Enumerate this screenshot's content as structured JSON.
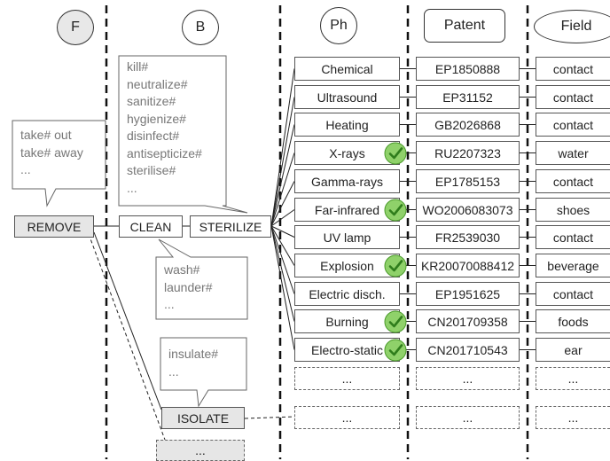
{
  "columns": [
    {
      "id": "f",
      "label": "F"
    },
    {
      "id": "b",
      "label": "B"
    },
    {
      "id": "ph",
      "label": "Ph"
    },
    {
      "id": "patent",
      "label": "Patent"
    },
    {
      "id": "field",
      "label": "Field"
    }
  ],
  "function_col": {
    "remove": "REMOVE",
    "remove_synonyms": [
      "take# out",
      "take# away",
      "..."
    ]
  },
  "behavior_col": {
    "clean": "CLEAN",
    "sterilize": "STERILIZE",
    "isolate": "ISOLATE",
    "more": "...",
    "sterilize_synonyms": [
      "kill#",
      "neutralize#",
      "sanitize#",
      "hygienize#",
      "disinfect#",
      "antisepticize#",
      "sterilise#",
      "..."
    ],
    "clean_synonyms": [
      "wash#",
      "launder#",
      "..."
    ],
    "isolate_synonyms": [
      "insulate#",
      "..."
    ]
  },
  "rows": [
    {
      "ph": "Chemical",
      "patent": "EP1850888",
      "field": "contact",
      "checked": false
    },
    {
      "ph": "Ultrasound",
      "patent": "EP31152",
      "field": "contact",
      "checked": false
    },
    {
      "ph": "Heating",
      "patent": "GB2026868",
      "field": "contact",
      "checked": false
    },
    {
      "ph": "X-rays",
      "patent": "RU2207323",
      "field": "water",
      "checked": true
    },
    {
      "ph": "Gamma-rays",
      "patent": "EP1785153",
      "field": "contact",
      "checked": false
    },
    {
      "ph": "Far-infrared",
      "patent": "WO2006083073",
      "field": "shoes",
      "checked": true
    },
    {
      "ph": "UV lamp",
      "patent": "FR2539030",
      "field": "contact",
      "checked": false
    },
    {
      "ph": "Explosion",
      "patent": "KR20070088412",
      "field": "beverage",
      "checked": true
    },
    {
      "ph": "Electric disch.",
      "patent": "EP1951625",
      "field": "contact",
      "checked": false
    },
    {
      "ph": "Burning",
      "patent": "CN201709358",
      "field": "foods",
      "checked": true
    },
    {
      "ph": "Electro-static",
      "patent": "CN201710543",
      "field": "ear",
      "checked": true
    }
  ],
  "placeholders": {
    "ph_row1": "...",
    "patent_row1": "...",
    "field_row1": "...",
    "ph_row2": "...",
    "patent_row2": "...",
    "field_row2": "..."
  },
  "colors": {
    "check_fill": "#8fd16a",
    "check_stroke": "#4a9a2a",
    "gray_box": "#e6e6e6",
    "line": "#111111"
  }
}
